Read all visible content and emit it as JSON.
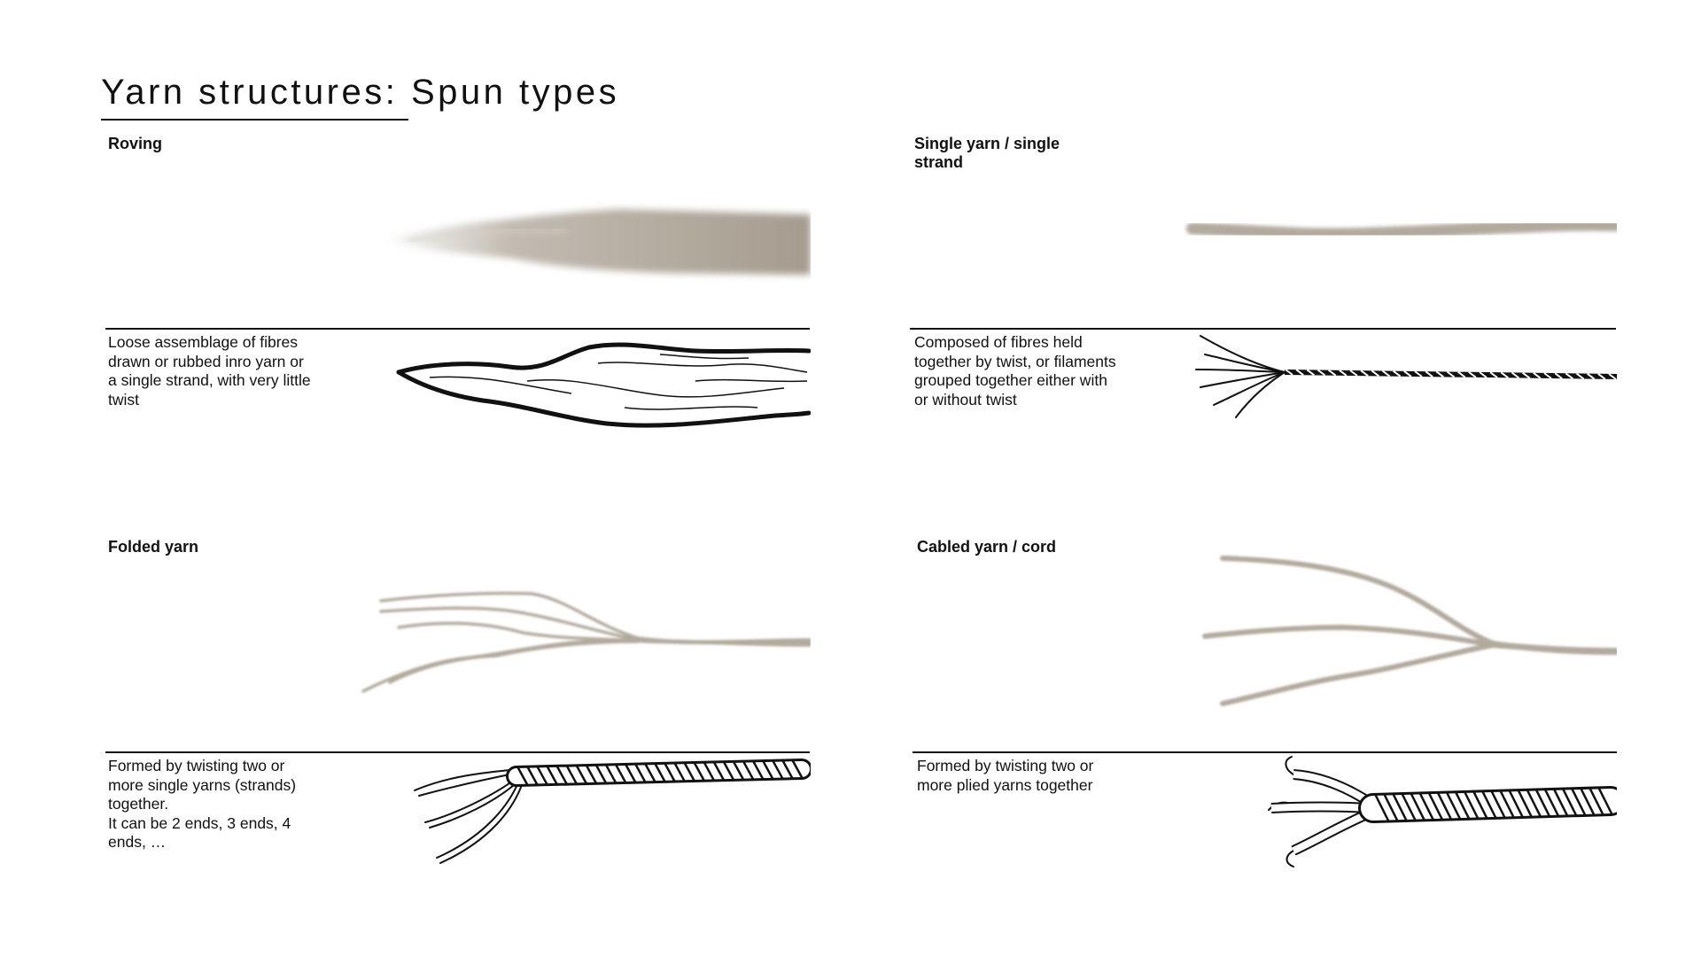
{
  "page": {
    "title": "Yarn structures: Spun types"
  },
  "sections": [
    {
      "id": "roving",
      "label": "Roving",
      "description": "Loose assemblage of fibres drawn or rubbed inro yarn or a single strand, with very little twist"
    },
    {
      "id": "single",
      "label": "Single yarn / single strand",
      "description": "Composed of fibres held together by twist, or filaments grouped together either with or without twist"
    },
    {
      "id": "folded",
      "label": "Folded yarn",
      "description": "Formed by twisting two or more single yarns (strands) together.\nIt can be 2 ends, 3 ends, 4 ends, …"
    },
    {
      "id": "cabled",
      "label": "Cabled yarn / cord",
      "description": "Formed by twisting two or more plied yarns together"
    }
  ],
  "colors": {
    "text": "#111111",
    "yarn_photo": "#b3aa9e",
    "line_art": "#111111",
    "background": "#ffffff"
  },
  "icons": {
    "roving_photo": "roving-yarn-photo",
    "roving_drawing": "roving-yarn-drawing",
    "single_photo": "single-yarn-photo",
    "single_drawing": "single-yarn-drawing",
    "folded_photo": "folded-yarn-photo",
    "folded_drawing": "folded-yarn-drawing",
    "cabled_photo": "cabled-yarn-photo",
    "cabled_drawing": "cabled-yarn-drawing"
  }
}
